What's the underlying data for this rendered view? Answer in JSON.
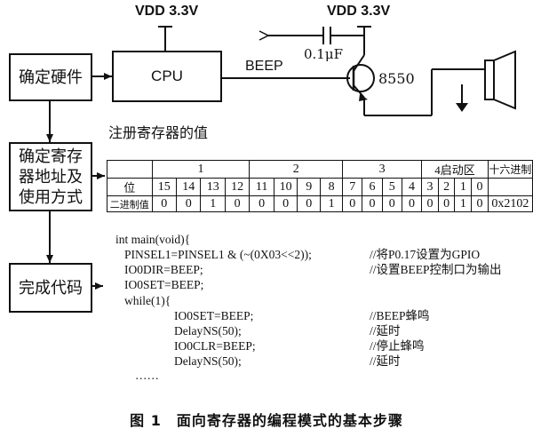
{
  "flow_steps": [
    "确定硬件",
    "确定寄存器地址及使用方式",
    "完成代码"
  ],
  "circuit": {
    "vdd_left": "VDD 3.3V",
    "vdd_right": "VDD 3.3V",
    "cpu": "CPU",
    "beep": "BEEP",
    "capacitor": "0.1μF",
    "transistor": "8550"
  },
  "register_heading": "注册寄存器的值",
  "register_table": {
    "group_labels": [
      "1",
      "2",
      "3",
      "4启动区",
      "十六进制"
    ],
    "bit_row_label": "位",
    "bits": [
      "15",
      "14",
      "13",
      "12",
      "11",
      "10",
      "9",
      "8",
      "7",
      "6",
      "5",
      "4",
      "3",
      "2",
      "1",
      "0"
    ],
    "binary_row_label": "二进制值",
    "binary": [
      "0",
      "0",
      "1",
      "0",
      "0",
      "0",
      "0",
      "1",
      "0",
      "0",
      "0",
      "0",
      "0",
      "0",
      "1",
      "0"
    ],
    "hex": "0x2102"
  },
  "code_lines": [
    "int main(void){",
    "PINSEL1=PINSEL1 & (~(0X03<<2));",
    "IO0DIR=BEEP;",
    "IO0SET=BEEP;",
    "while(1){",
    "IO0SET=BEEP;",
    "DelayNS(50);",
    "IO0CLR=BEEP;",
    "DelayNS(50);",
    "……"
  ],
  "code_comments": [
    "//将P0.17设置为GPIO",
    "//设置BEEP控制口为输出",
    "//BEEP蜂鸣",
    "//延时",
    "//停止蜂鸣",
    "//延时"
  ],
  "caption": "图 1　面向寄存器的编程模式的基本步骤"
}
